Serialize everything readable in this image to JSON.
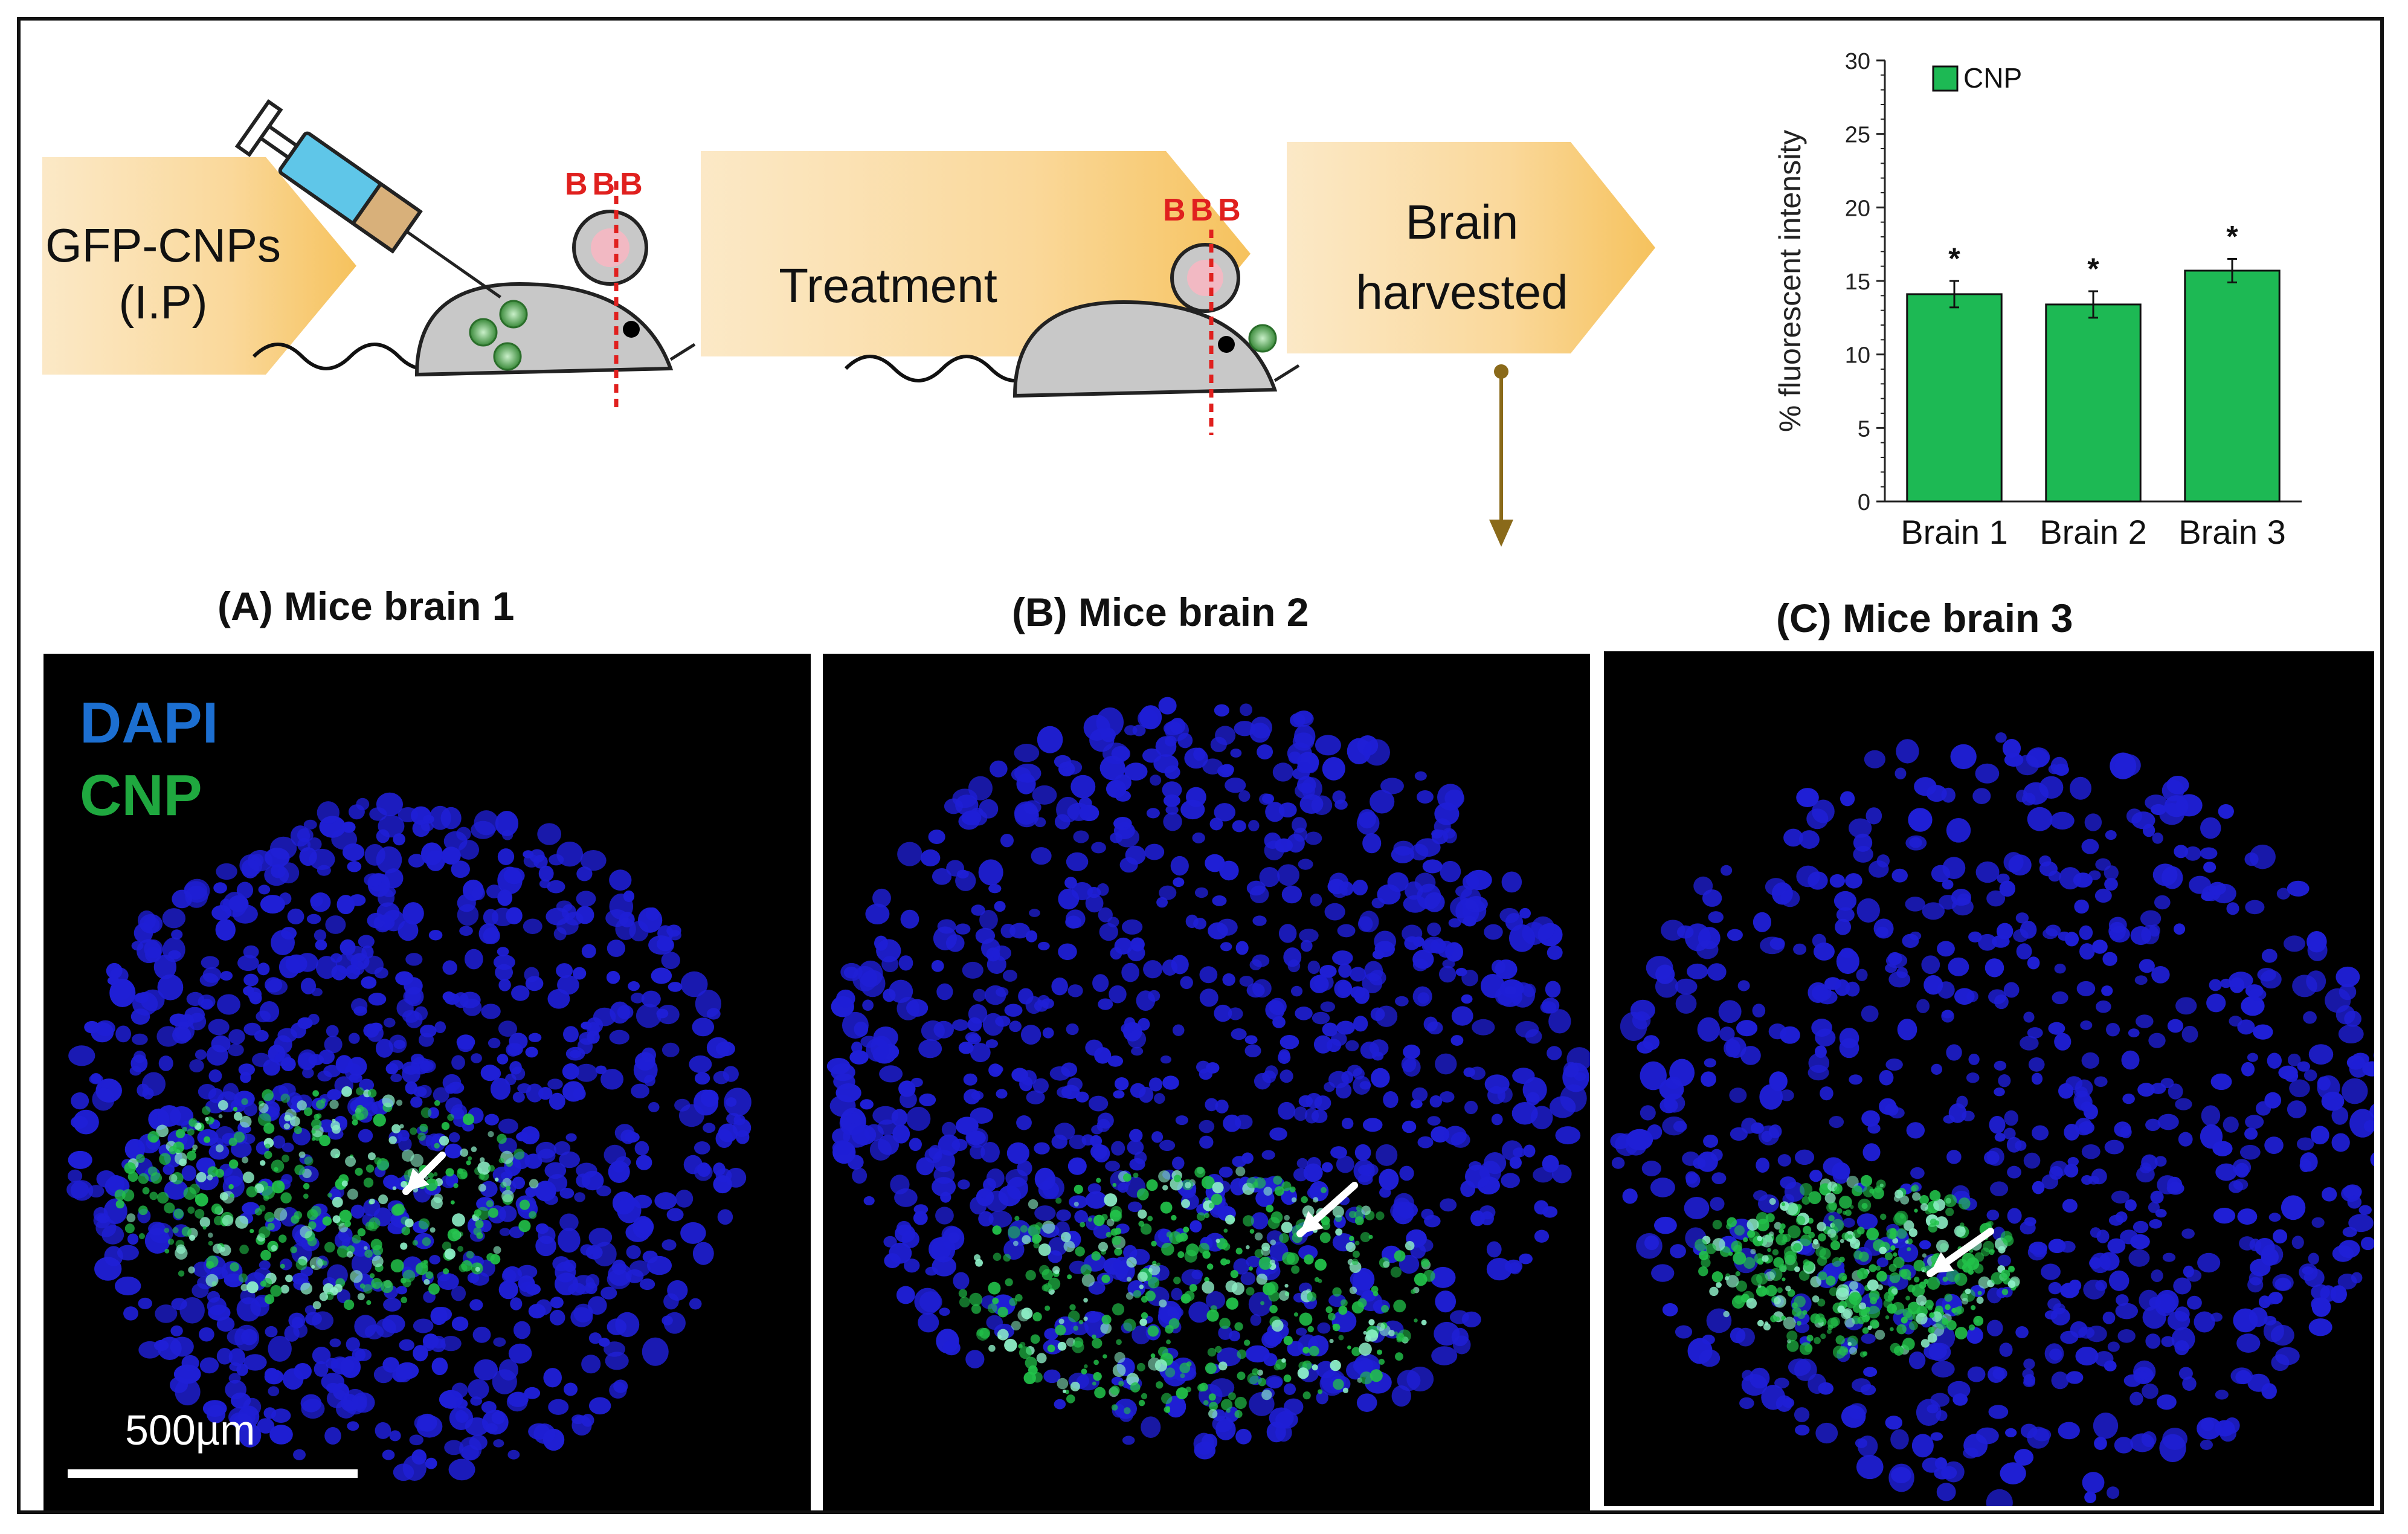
{
  "workflow": {
    "step1": {
      "line1": "GFP-CNPs",
      "line2": "(I.P)"
    },
    "step2": {
      "label": "Treatment"
    },
    "step3": {
      "line1": "Brain",
      "line2": "harvested"
    },
    "bbb_label": "BBB"
  },
  "panels": [
    {
      "title": "(A)  Mice brain 1",
      "scale_label": "500µm",
      "legend": [
        "DAPI",
        "CNP"
      ]
    },
    {
      "title": "(B)  Mice brain 2"
    },
    {
      "title": "(C)  Mice brain 3"
    }
  ],
  "colors": {
    "dapi": "#1f1fd6",
    "cnp": "#22c24a",
    "bar_fill": "#1db954",
    "arrow_gradient": "#f7c96a",
    "bbb_red": "#e0201e",
    "legend_dapi_text": "#1c6fd1",
    "legend_cnp_text": "#1fa83f"
  },
  "chart_data": {
    "type": "bar",
    "categories": [
      "Brain 1",
      "Brain 2",
      "Brain 3"
    ],
    "series": [
      {
        "name": "CNP",
        "values": [
          14.1,
          13.4,
          15.7
        ],
        "errors": [
          0.9,
          0.9,
          0.8
        ]
      }
    ],
    "significance": [
      "*",
      "*",
      "*"
    ],
    "ylabel": "% fluorescent intensity",
    "ylim": [
      0,
      30
    ],
    "yticks": [
      0,
      5,
      10,
      15,
      20,
      25,
      30
    ],
    "legend_position": "top-left"
  }
}
